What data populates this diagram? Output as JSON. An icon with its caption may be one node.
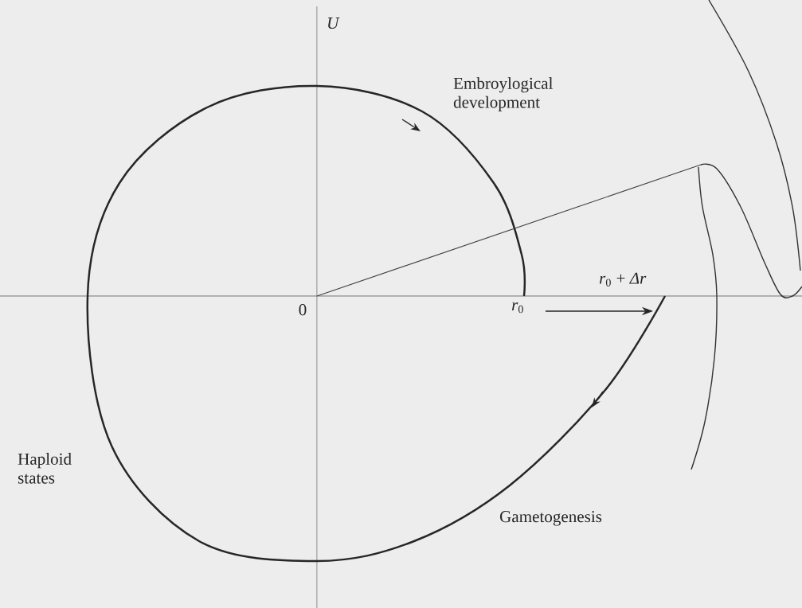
{
  "diagram": {
    "labels": [
      "*U*",
      "Embroylogical development",
      "0",
      "*r*$_{0}$",
      "*r*$_{0}$ + *Δr*",
      "Haploid states",
      "Gametogenesis"
    ]
  }
}
